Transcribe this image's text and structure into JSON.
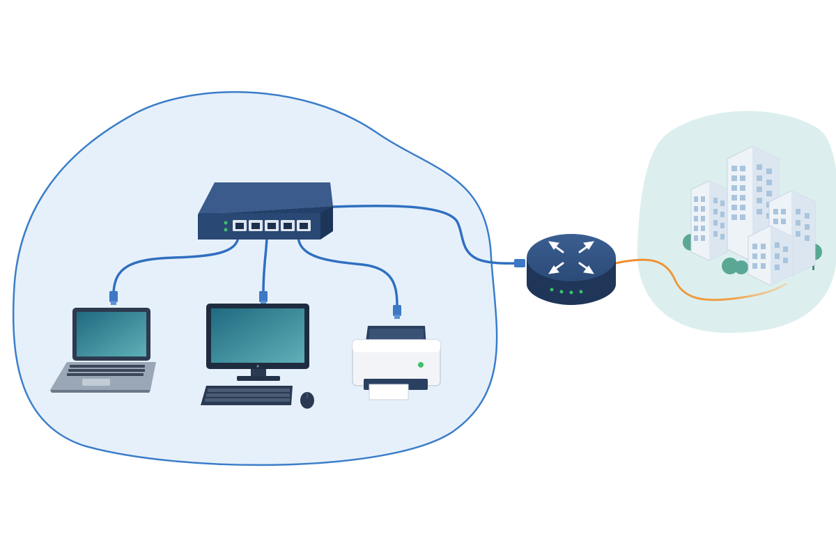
{
  "diagram": {
    "nodes": [
      {
        "id": "switch",
        "kind": "network-switch",
        "ports": 5,
        "icon": "switch-icon"
      },
      {
        "id": "laptop",
        "kind": "laptop",
        "icon": "laptop-icon"
      },
      {
        "id": "desktop",
        "kind": "desktop-computer",
        "icon": "desktop-icon"
      },
      {
        "id": "printer",
        "kind": "printer",
        "icon": "printer-icon"
      },
      {
        "id": "router",
        "kind": "router",
        "icon": "router-icon",
        "status_leds": 4
      },
      {
        "id": "internet",
        "kind": "city-buildings",
        "icon": "buildings-icon"
      }
    ],
    "edges": [
      {
        "from": "switch",
        "to": "laptop",
        "type": "ethernet"
      },
      {
        "from": "switch",
        "to": "desktop",
        "type": "ethernet"
      },
      {
        "from": "switch",
        "to": "printer",
        "type": "ethernet"
      },
      {
        "from": "switch",
        "to": "router",
        "type": "ethernet"
      },
      {
        "from": "router",
        "to": "internet",
        "type": "wan-link"
      }
    ],
    "groups": [
      {
        "id": "local-network",
        "members": [
          "switch",
          "laptop",
          "desktop",
          "printer"
        ]
      }
    ]
  },
  "colors": {
    "lan_fill": "#e6f0fa",
    "lan_border": "#3a7dc9",
    "device_navy": "#2c4a78",
    "cable_blue": "#2f6fc0",
    "wan_orange": "#ef8a2a",
    "screen_teal": "#2f7f95",
    "led_green": "#3fbf6a",
    "building_fill": "#eef3f8",
    "building_window": "#a9c4dd",
    "cloud_fill": "#dcefee",
    "tree_green": "#5aa796"
  }
}
